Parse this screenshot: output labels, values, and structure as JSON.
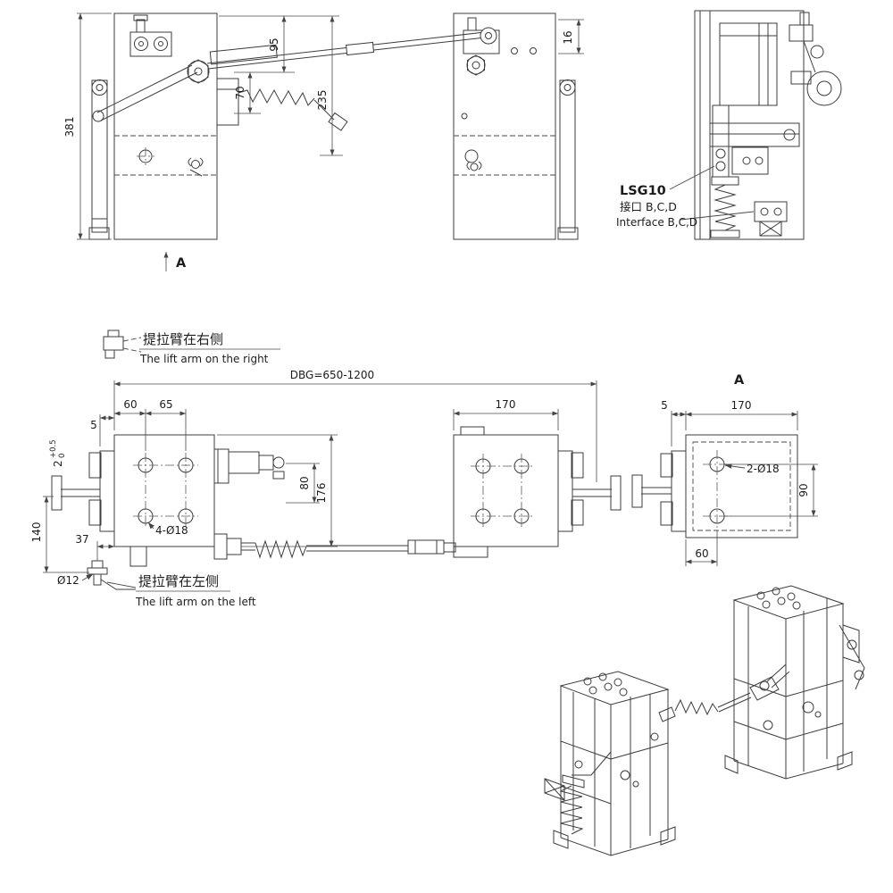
{
  "drawing": {
    "front_view": {
      "dim_height": "381",
      "dim_95": "95",
      "dim_70": "70",
      "dim_235": "235",
      "section_arrow": "A"
    },
    "side_view": {
      "dim_16": "16"
    },
    "rear_view": {
      "model": "LSG10",
      "interface_cn": "接口 B,C,D",
      "interface_en": "Interface B,C,D"
    },
    "note_right": {
      "cn": "提拉臂在右侧",
      "en": "The lift arm  on the right"
    },
    "note_left": {
      "cn": "提拉臂在左侧",
      "en": "The lift arm  on the left"
    },
    "plan_view": {
      "dim_dbg": "DBG=650-1200",
      "dim_60": "60",
      "dim_65": "65",
      "dim_170": "170",
      "dim_5": "5",
      "dim_2": "2",
      "tol_upper": "+0.5",
      "tol_lower": "0",
      "dim_140": "140",
      "dim_37": "37",
      "dia_12": "Ø12",
      "holes": "4-Ø18",
      "dim_80": "80",
      "dim_176": "176"
    },
    "section_a": {
      "title": "A",
      "dim_5": "5",
      "dim_170": "170",
      "holes": "2-Ø18",
      "dim_90": "90",
      "dim_60": "60"
    }
  }
}
